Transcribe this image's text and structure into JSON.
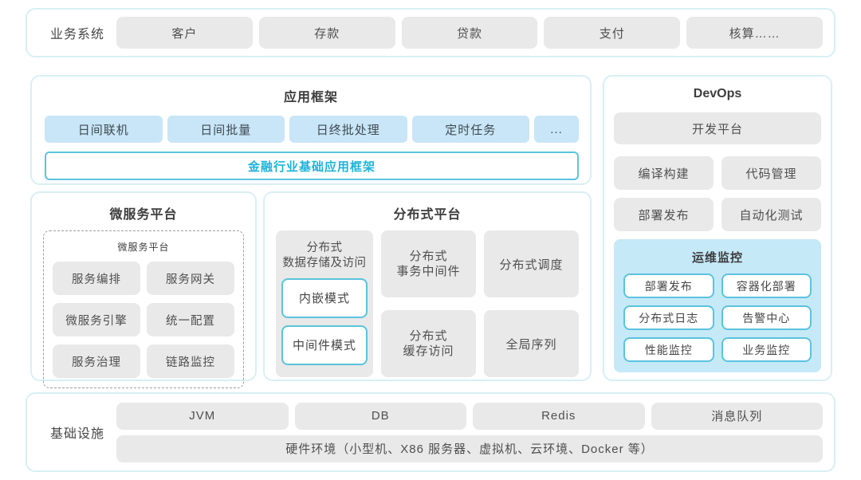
{
  "colors": {
    "container_border": "#d8eff6",
    "gray_box_bg": "#e9e9e9",
    "blue_box_bg": "#c8e6f7",
    "monitor_panel_bg": "#c6e9f8",
    "cyan_border": "#5bc3dd",
    "cyan_text": "#1db4d8",
    "text": "#4d4d4d"
  },
  "business": {
    "label": "业务系统",
    "items": [
      "客户",
      "存款",
      "贷款",
      "支付",
      "核算……"
    ]
  },
  "app_framework": {
    "title": "应用框架",
    "items": [
      "日间联机",
      "日间批量",
      "日终批处理",
      "定时任务",
      "..."
    ],
    "base": "金融行业基础应用框架"
  },
  "devops": {
    "title": "DevOps",
    "dev_platform": "开发平台",
    "items": [
      "编译构建",
      "代码管理",
      "部署发布",
      "自动化测试"
    ],
    "monitoring": {
      "title": "运维监控",
      "items": [
        "部署发布",
        "容器化部署",
        "分布式日志",
        "告警中心",
        "性能监控",
        "业务监控"
      ]
    }
  },
  "microservice": {
    "title": "微服务平台",
    "inner_title": "微服务平台",
    "items": [
      "服务编排",
      "服务网关",
      "微服务引擎",
      "统一配置",
      "服务治理",
      "链路监控"
    ]
  },
  "distributed": {
    "title": "分布式平台",
    "storage": {
      "title": "分布式\n数据存储及访问",
      "modes": [
        "内嵌模式",
        "中间件模式"
      ]
    },
    "cells": [
      "分布式\n事务中间件",
      "分布式调度",
      "分布式\n缓存访问",
      "全局序列"
    ]
  },
  "infrastructure": {
    "label": "基础设施",
    "items": [
      "JVM",
      "DB",
      "Redis",
      "消息队列"
    ],
    "hardware": "硬件环境（小型机、X86 服务器、虚拟机、云环境、Docker 等）"
  }
}
